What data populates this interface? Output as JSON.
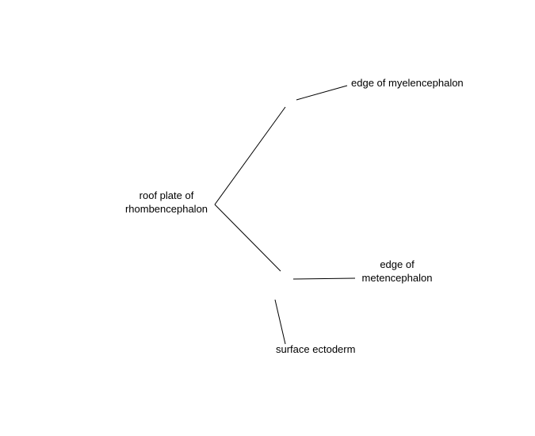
{
  "labels": {
    "roof_plate": [
      "roof plate of",
      "rhombencephalon"
    ],
    "myelencephalon": "edge of myelencephalon",
    "metencephalon": [
      "edge of",
      "metencephalon"
    ],
    "surface_ectoderm": "surface ectoderm"
  },
  "colors": {
    "line": "#000000",
    "text": "#000000",
    "background": "#ffffff"
  }
}
